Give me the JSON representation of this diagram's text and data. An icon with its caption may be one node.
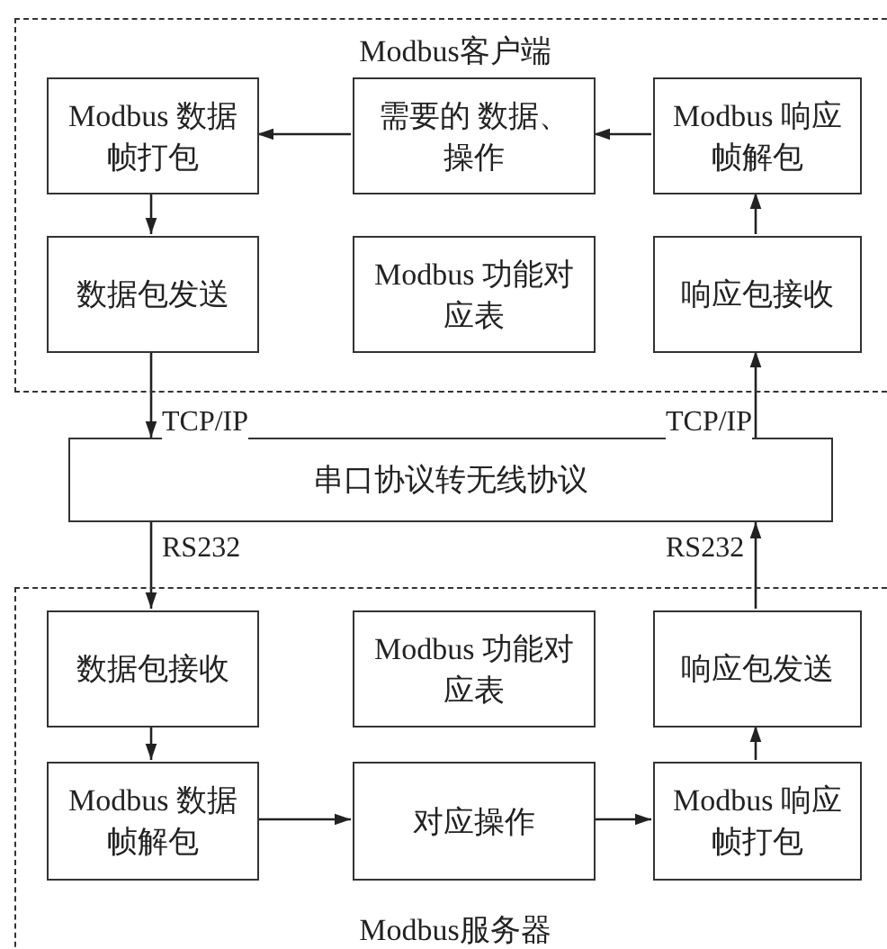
{
  "diagram": {
    "nodes": [
      {
        "text": [
          "Modbus客户端"
        ]
      },
      {
        "text": [
          "Modbus 数据帧打包"
        ],
        "in": 0
      },
      {
        "text": [
          "需要的 数据、操作"
        ],
        "in": 0
      },
      {
        "text": [
          "Modbus 响应帧解包"
        ],
        "in": 0
      },
      {
        "text": [
          "数据包发送"
        ],
        "in": 0
      },
      {
        "text": [
          "Modbus 功能对应表"
        ],
        "in": 0
      },
      {
        "text": [
          "响应包接收"
        ],
        "in": 0
      },
      {
        "text": [
          "串口协议转无线协议"
        ]
      },
      {
        "text": [
          "Modbus服务器"
        ]
      },
      {
        "text": [
          "数据包接收"
        ],
        "in": 8
      },
      {
        "text": [
          "Modbus 功能对应表"
        ],
        "in": 8
      },
      {
        "text": [
          "响应包发送"
        ],
        "in": 8
      },
      {
        "text": [
          "Modbus 数据帧解包"
        ],
        "in": 8
      },
      {
        "text": [
          "对应操作"
        ],
        "in": 8
      },
      {
        "text": [
          "Modbus 响应帧打包"
        ],
        "in": 8
      }
    ],
    "edges": [
      {
        "from": 2,
        "to": 1,
        "arrow": "to"
      },
      {
        "from": 3,
        "to": 2,
        "arrow": "to"
      },
      {
        "from": 1,
        "to": 4,
        "arrow": "to"
      },
      {
        "from": 6,
        "to": 3,
        "arrow": "to"
      },
      {
        "from": 4,
        "to": 7,
        "arrow": "to",
        "label": "TCP/IP"
      },
      {
        "from": 7,
        "to": 6,
        "arrow": "to",
        "label": "TCP/IP"
      },
      {
        "from": 7,
        "to": 9,
        "arrow": "to",
        "label": "RS232"
      },
      {
        "from": 11,
        "to": 7,
        "arrow": "to",
        "label": "RS232"
      },
      {
        "from": 9,
        "to": 12,
        "arrow": "to"
      },
      {
        "from": 12,
        "to": 13,
        "arrow": "to"
      },
      {
        "from": 13,
        "to": 14,
        "arrow": "to"
      },
      {
        "from": 14,
        "to": 11,
        "arrow": "to"
      }
    ]
  }
}
